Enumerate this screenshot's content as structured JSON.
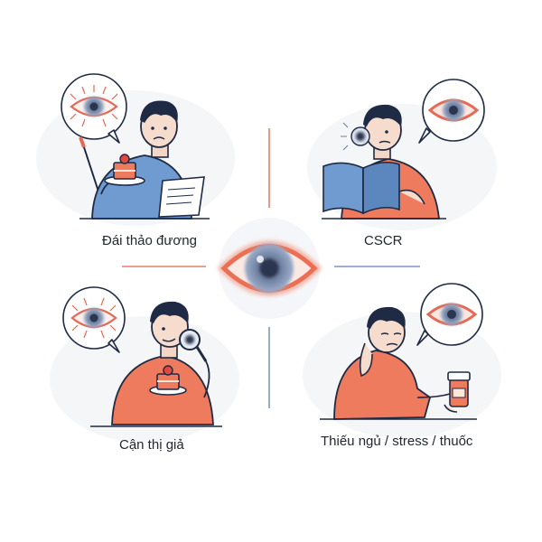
{
  "colors": {
    "ink": "#1f2a44",
    "coral": "#ef7b5e",
    "blue_shirt": "#6f9bd1",
    "eye_red": "#e46a55",
    "iris": "#6d7f9e",
    "pupil": "#2b3550",
    "bubble_bg": "#f0f1f4",
    "divider_red": "#e0806b",
    "divider_blue": "#7f97b8"
  },
  "panels": {
    "top_left": {
      "caption": "Đái thảo đương",
      "icon": "eye-bloodshot-icon"
    },
    "top_right": {
      "caption": "CSCR",
      "icon": "eye-red-rim-icon"
    },
    "bottom_left": {
      "caption": "Cận thị giả",
      "icon": "eye-bloodshot-icon"
    },
    "bottom_right": {
      "caption": "Thiếu ngủ / stress / thuốc",
      "icon": "eye-red-rim-icon"
    }
  },
  "center": {
    "icon": "blurred-eye-icon"
  }
}
